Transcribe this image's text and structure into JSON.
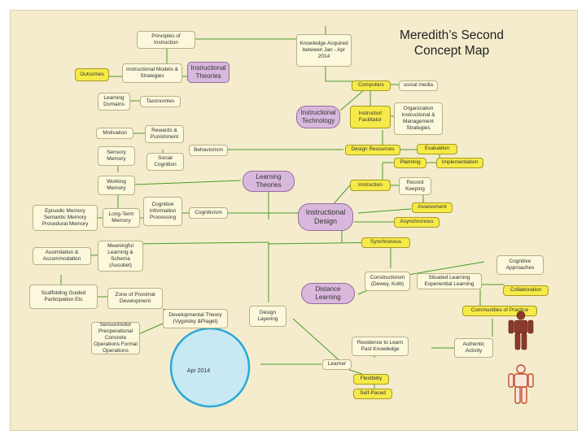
{
  "title": "Meredith’s Second Concept Map",
  "nodes": {
    "principles": "Principles of Instruction",
    "outcomes": "Outcomes",
    "models": "Instructional Models & Strategies",
    "theories": "Instructional Theories",
    "knowledge": "Knowledge Acquired between Jan - Apr 2014",
    "domains": "Learning Domains",
    "taxonomies": "Taxonomies",
    "computers": "Computers",
    "social": "social media",
    "tech": "Instructional Technology",
    "facilitator": "Instructor/ Facilitator",
    "organization": "Organization Instructional & Management Strategies",
    "motivation": "Motivation",
    "rewards": "Rewards & Punishment",
    "behaviorism": "Behaviorism",
    "design_resources": "Design Resources",
    "evaluation": "Evaluation",
    "sensory": "Sensory Memory",
    "social_cog": "Social Cognition",
    "planning": "Planning",
    "implementation": "Implementation",
    "working": "Working Memory",
    "learning_theories": "Learning Theories",
    "instruction": "Instruction",
    "record": "Record Keeping",
    "episodic": "Episodic Memory Semantic Memory Procedural Memory",
    "longterm": "Long-Term Memory",
    "cip": "Cognitive Information Processing",
    "cognitivism": "Cognitivism",
    "design": "Instructional Design",
    "assessment": "Assessment",
    "asynchronous": "Asynchronous",
    "synchronous": "Synchronous",
    "assimilation": "Assimilation & Accommodation",
    "meaningful": "Meaningful Learning & Schema (Ausubel)",
    "cog_approaches": "Cognitive Approaches",
    "scaffolding": "Scaffolding Guided Participation Etc",
    "zpd": "Zone of Proximal Development",
    "distance": "Distance Learning",
    "constructivism": "Constructivism (Dewey, Kolb)",
    "situated": "Situated Learning Experiential Learning",
    "collaboration": "Collaboration",
    "developmental": "Developmental Theory (Vygotsky &Piaget)",
    "design_layering": "Design Layering",
    "communities": "Communities of Practice",
    "stages": "Sensorimotor Preoperational Concrete Operations Formal Operations",
    "residence": "Residence to Learn Past Knowledge",
    "authentic": "Authentic Activity",
    "learner": "Learner",
    "apr": "Apr 2014",
    "flexibility": "Flexibility",
    "self_paced": "Self-Paced"
  },
  "colors": {
    "background": "#f4eccc",
    "line": "#4a9a2a",
    "pale_node": "#fbf8dc",
    "yellow_node": "#f6ea48",
    "purple_node": "#d8b8dc",
    "bubble": "#c8e8f4",
    "bubble_border": "#2aa8d8"
  },
  "icons": [
    "person-brown-icon",
    "person-outline-icon"
  ]
}
